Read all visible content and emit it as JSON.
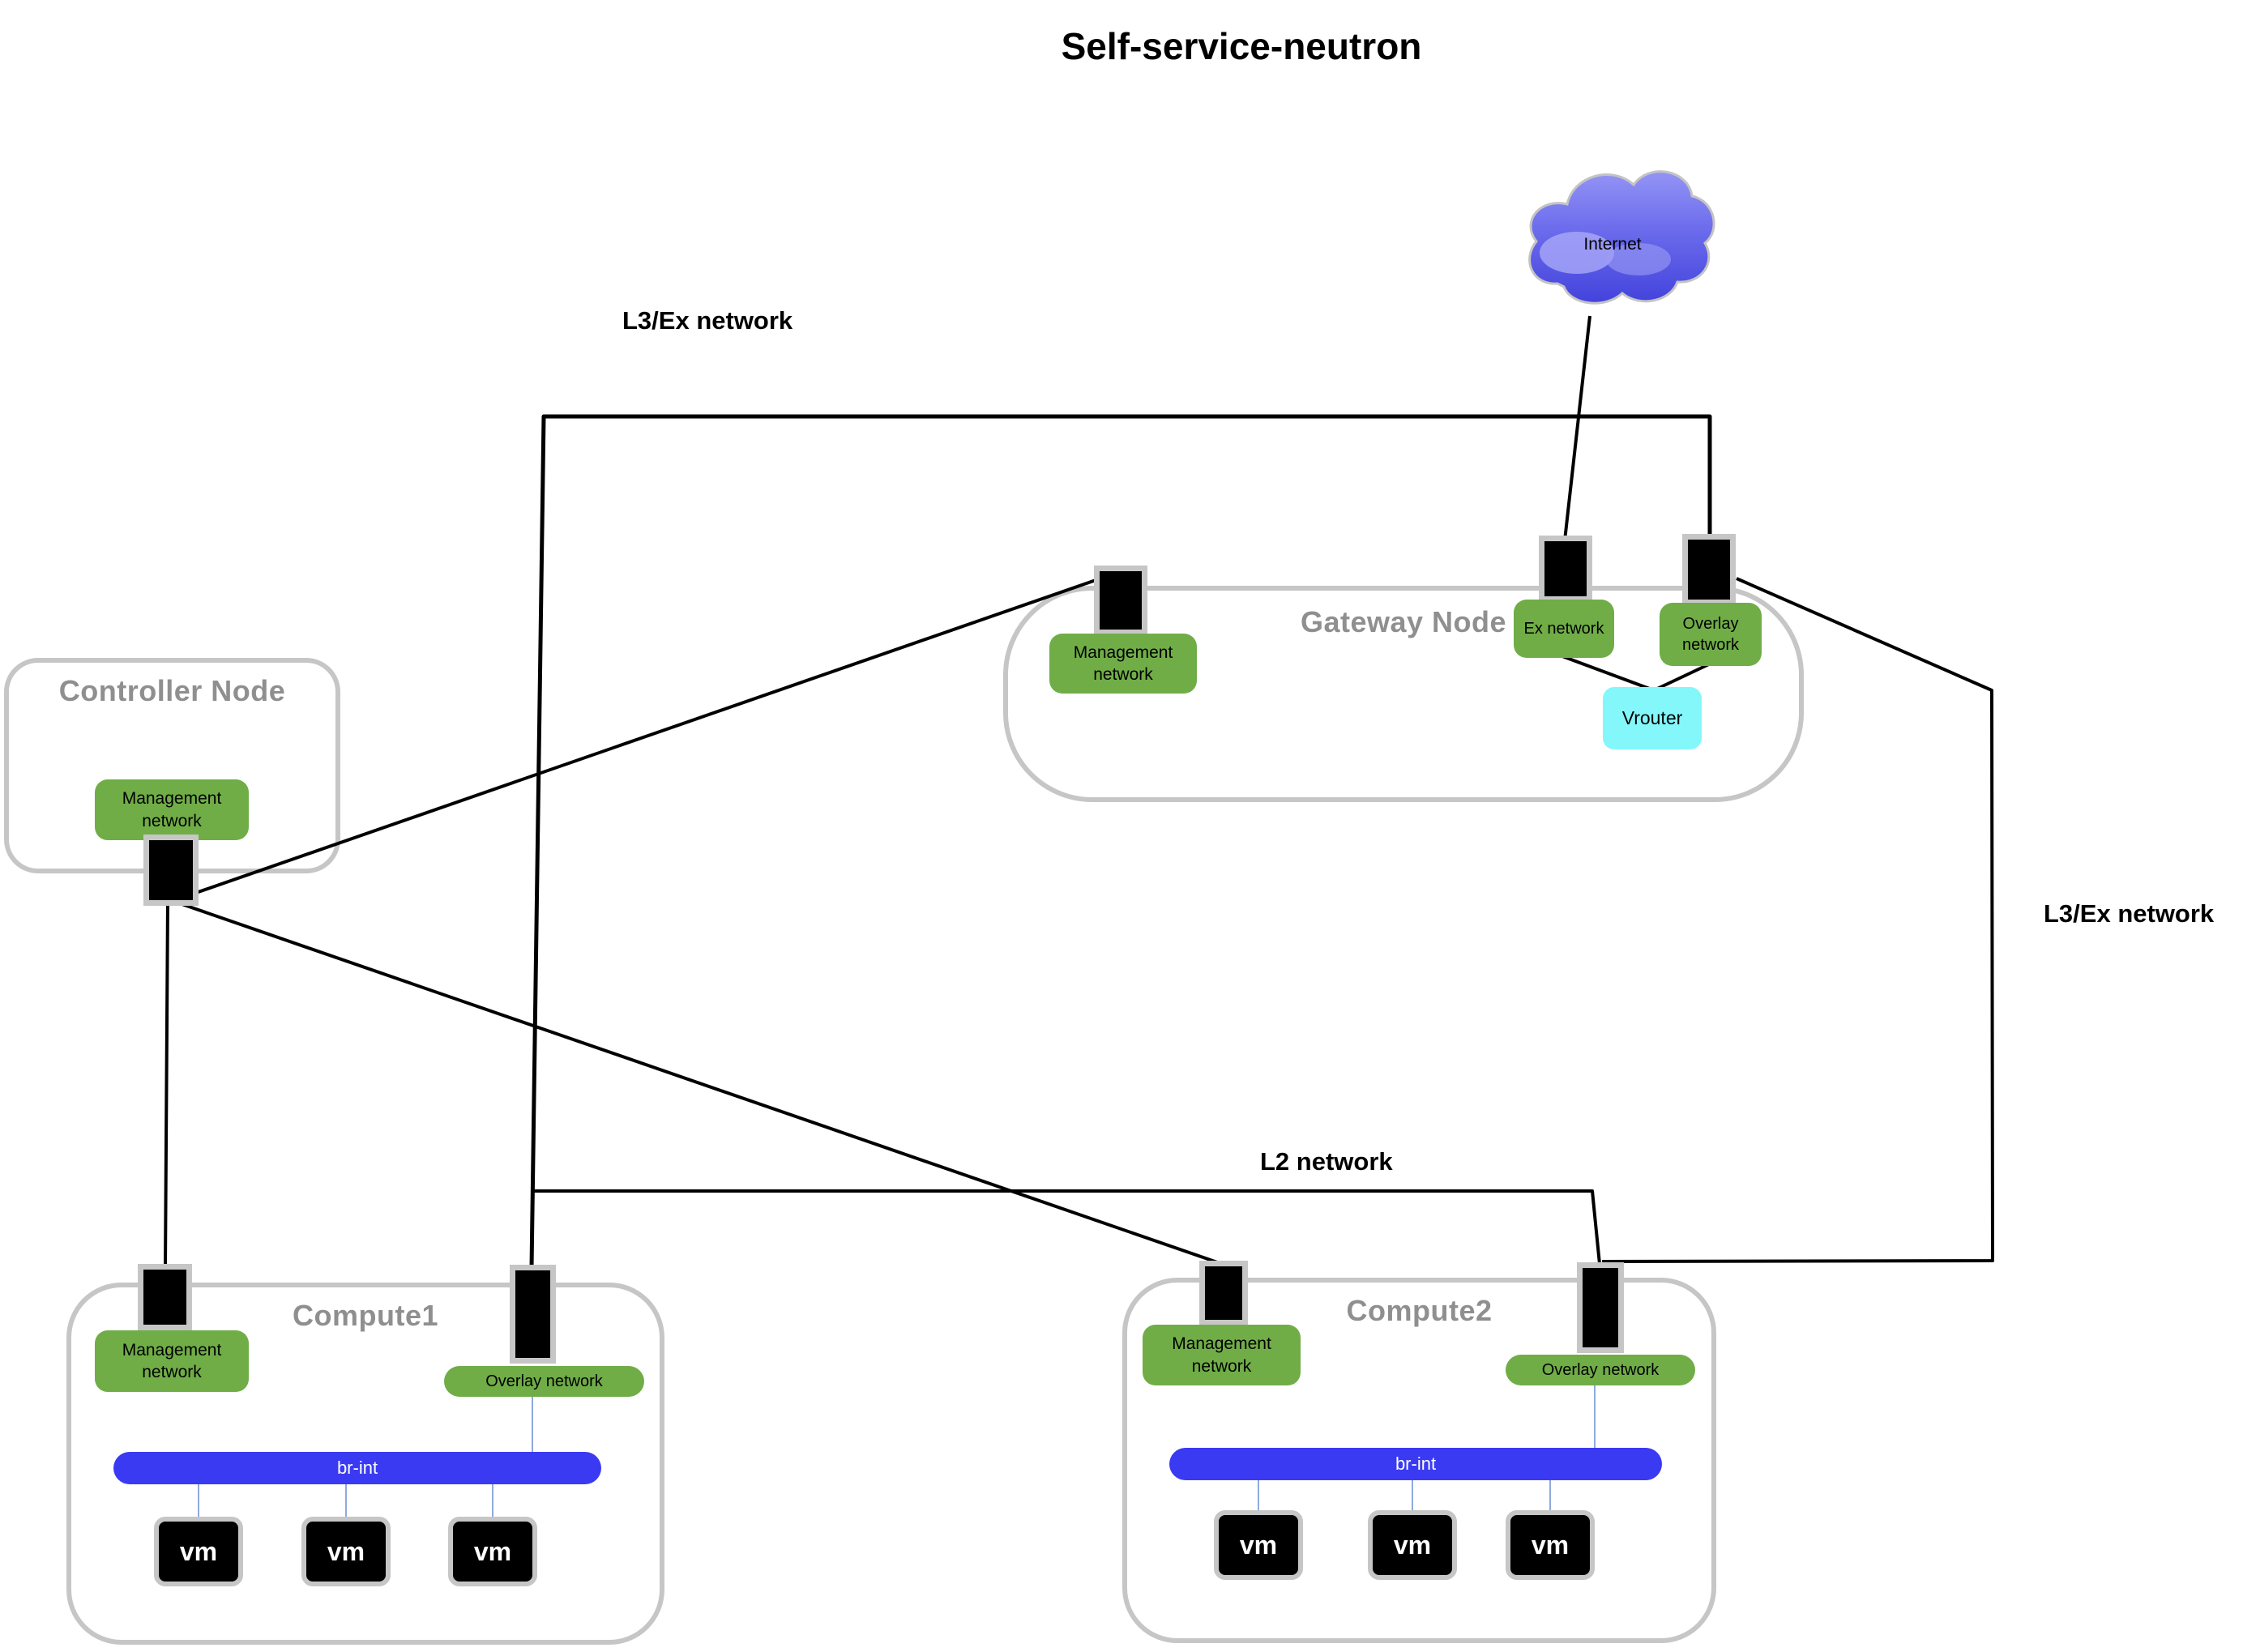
{
  "title": "Self-service-neutron",
  "cloud": {
    "label": "Internet"
  },
  "labels": {
    "l3_top": "L3/Ex network",
    "l3_right": "L3/Ex network",
    "l2": "L2 network"
  },
  "nodes": {
    "controller": {
      "title": "Controller Node",
      "management_label": "Management network"
    },
    "gateway": {
      "title": "Gateway Node",
      "management_label": "Management network",
      "ex_label": "Ex network",
      "overlay_label": "Overlay network",
      "vrouter_label": "Vrouter"
    },
    "compute1": {
      "title": "Compute1",
      "management_label": "Management network",
      "overlay_label": "Overlay network",
      "bridge_label": "br-int",
      "vms": [
        "vm",
        "vm",
        "vm"
      ]
    },
    "compute2": {
      "title": "Compute2",
      "management_label": "Management network",
      "overlay_label": "Overlay network",
      "bridge_label": "br-int",
      "vms": [
        "vm",
        "vm",
        "vm"
      ]
    }
  },
  "colors": {
    "network_box_green": "#70ad47",
    "bridge_blue": "#3a3af2",
    "vrouter_cyan": "#84f7fa",
    "node_border_gray": "#c6c6c6",
    "node_title_gray": "#8f8f8f",
    "cloud_blue_top": "#9494f6",
    "cloud_blue_bottom": "#4343dd",
    "line_black": "#000000",
    "connector_blue": "#8faadc"
  }
}
